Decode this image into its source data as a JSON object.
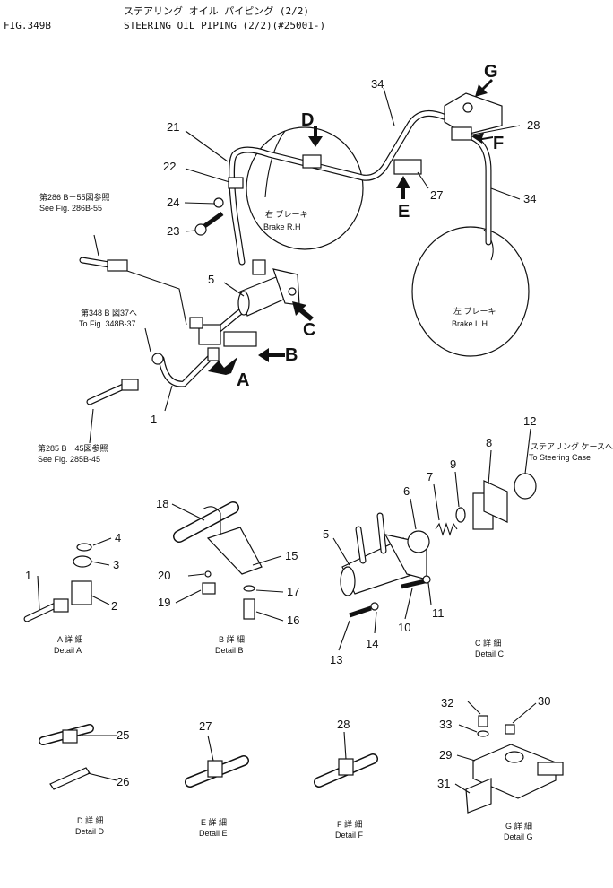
{
  "header": {
    "fig": "FIG.349B",
    "title_jp": "ステアリング オイル パイピング (2/2)",
    "title_en": "STEERING OIL PIPING (2/2)(#25001-)"
  },
  "callouts": {
    "n1": "1",
    "n2": "2",
    "n3": "3",
    "n4": "4",
    "n5": "5",
    "n5b": "5",
    "n6": "6",
    "n7": "7",
    "n8": "8",
    "n9": "9",
    "n10": "10",
    "n11": "11",
    "n12": "12",
    "n13": "13",
    "n14": "14",
    "n15": "15",
    "n16": "16",
    "n17": "17",
    "n18": "18",
    "n19": "19",
    "n20": "20",
    "n21": "21",
    "n22": "22",
    "n23": "23",
    "n24": "24",
    "n25": "25",
    "n26": "26",
    "n27": "27",
    "n27b": "27",
    "n28": "28",
    "n28b": "28",
    "n29": "29",
    "n30": "30",
    "n31": "31",
    "n32": "32",
    "n33": "33",
    "n34a": "34",
    "n34b": "34"
  },
  "view_letters": {
    "a": "A",
    "b": "B",
    "c": "C",
    "d": "D",
    "e": "E",
    "f": "F",
    "g": "G"
  },
  "brakes": {
    "rh_jp": "右 ブレーキ",
    "rh": "Brake R.H",
    "lh_jp": "左 ブレーキ",
    "lh": "Brake L.H"
  },
  "references": {
    "ref1_jp": "第286 B－55図参照",
    "ref1": "See Fig. 286B-55",
    "ref2_jp": "第348 B 図37へ",
    "ref2": "To Fig. 348B-37",
    "ref3_jp": "第285 B－45図参照",
    "ref3": "See Fig. 285B-45",
    "steering_jp": "ステアリング ケースへ",
    "steering": "To Steering Case"
  },
  "details": {
    "a_jp": "A 詳 細",
    "a": "Detail A",
    "b_jp": "B 詳 細",
    "b": "Detail B",
    "c_jp": "C 詳 細",
    "c": "Detail C",
    "d_jp": "D 詳 細",
    "d": "Detail D",
    "e_jp": "E 詳 細",
    "e": "Detail E",
    "f_jp": "F 詳 細",
    "f": "Detail F",
    "g_jp": "G 詳 細",
    "g": "Detail G"
  }
}
